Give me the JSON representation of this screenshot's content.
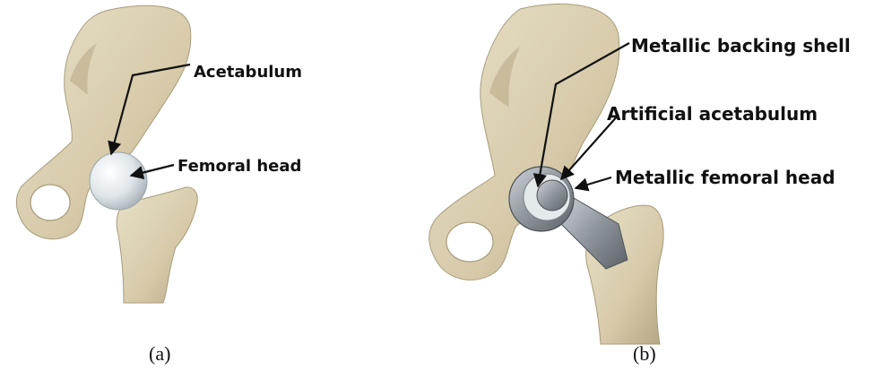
{
  "panels": {
    "natural": {
      "caption": "(a)",
      "labels": {
        "acetabulum": "Acetabulum",
        "femoral_head": "Femoral head"
      }
    },
    "implant": {
      "caption": "(b)",
      "labels": {
        "metallic_backing_shell": "Metallic backing shell",
        "artificial_acetabulum": "Artificial acetabulum",
        "metallic_femoral_head": "Metallic femoral head"
      }
    }
  },
  "colors": {
    "bone": "#d9cfb3",
    "bone_shadow": "#a89c7c",
    "cartilage": "#dfe6ea",
    "metal": "#8e959b",
    "label_text": "#111111"
  }
}
